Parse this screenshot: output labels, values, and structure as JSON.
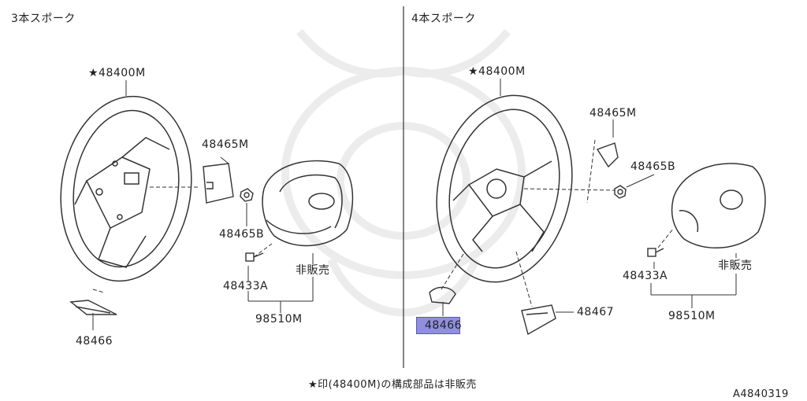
{
  "sections": {
    "left_title": "3本スポーク",
    "right_title": "4本スポーク"
  },
  "parts": {
    "left_wheel": "★48400M",
    "left_pad": "48465M",
    "left_nut": "48465B",
    "left_bolt": "48433A",
    "left_not_sold": "非販売",
    "left_assembly": "98510M",
    "left_cover": "48466",
    "right_wheel": "★48400M",
    "right_pad": "48465M",
    "right_nut": "48465B",
    "right_bolt": "48433A",
    "right_not_sold": "非販売",
    "right_assembly": "98510M",
    "right_cover": "48466",
    "right_cover2": "48467"
  },
  "footer": {
    "note": "★印(48400M)の構成部品は非販売",
    "diagram_id": "A4840319"
  },
  "colors": {
    "line": "#333333",
    "highlight": "#8f8fdf",
    "watermark": "#ececec"
  }
}
